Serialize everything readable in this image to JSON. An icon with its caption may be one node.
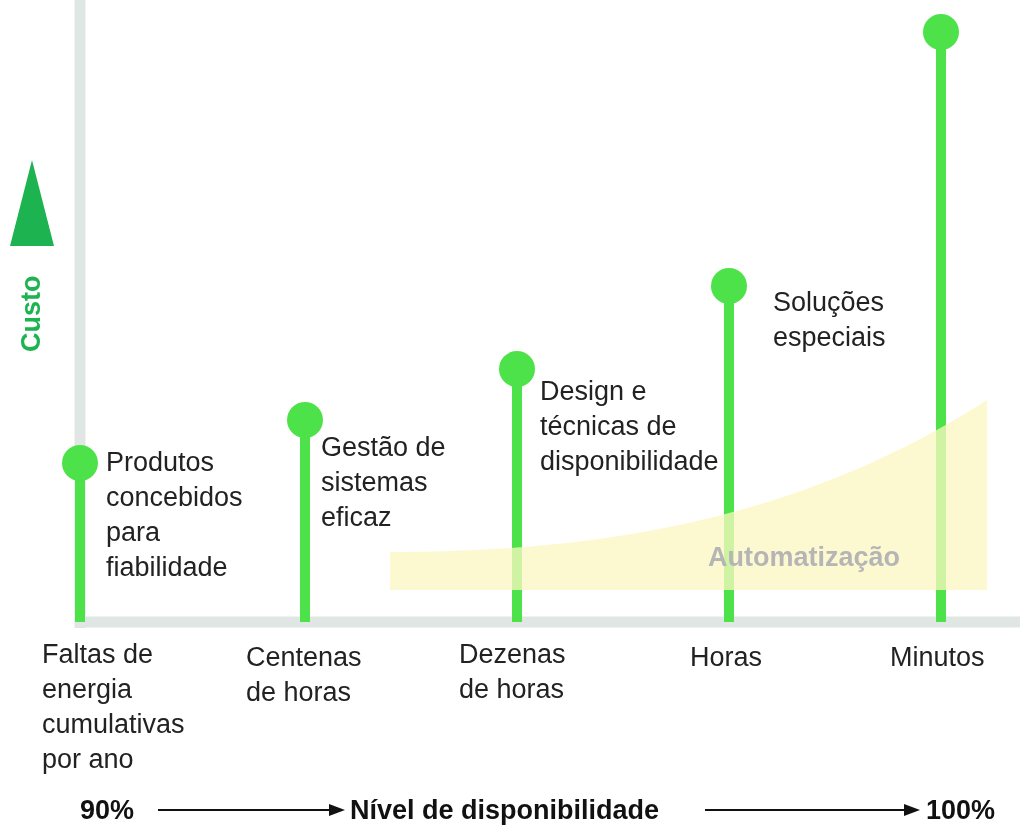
{
  "diagram": {
    "labels": [
      "Custo",
      "Soluções especiais",
      "Design e técnicas de disponibilidade",
      "Gestão de sistemas eficaz",
      "Produtos concebidos para fiabilidade",
      "Automatização",
      "Faltas de energia cumulativas por ano",
      "Centenas de horas",
      "Dezenas de horas",
      "Horas",
      "Minutos",
      "90%",
      "Nível de disponibilidade",
      "100%"
    ]
  }
}
